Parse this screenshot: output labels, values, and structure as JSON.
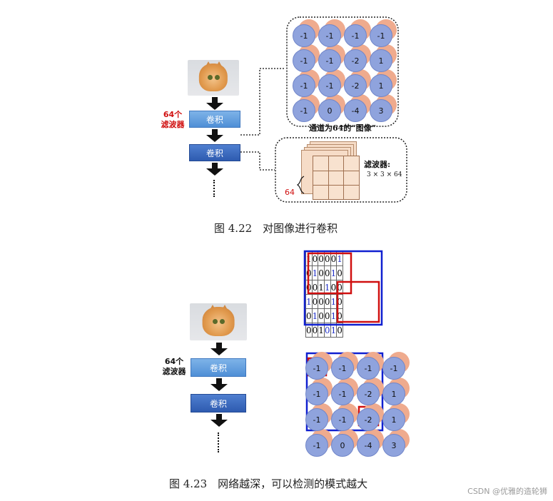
{
  "figure1": {
    "filter_count_label": "64个\n滤波器",
    "conv1_label": "卷积",
    "conv2_label": "卷积",
    "top_panel_caption": "通道为64的“图像”",
    "grid_values": [
      [
        "-1",
        "-1",
        "-1",
        "-1"
      ],
      [
        "-1",
        "-1",
        "-2",
        "1"
      ],
      [
        "-1",
        "-1",
        "-2",
        "1"
      ],
      [
        "-1",
        "0",
        "-4",
        "3"
      ]
    ],
    "filter_label": "滤波器:",
    "filter_dims": "3 × 3 × 64",
    "stack_count": "64",
    "caption": "图 4.22　对图像进行卷积"
  },
  "figure2": {
    "filter_count_label": "64个\n滤波器",
    "conv1_label": "卷积",
    "conv2_label": "卷积",
    "matrix": [
      [
        "1",
        "0",
        "0",
        "0",
        "0",
        "1"
      ],
      [
        "0",
        "1",
        "0",
        "0",
        "1",
        "0"
      ],
      [
        "0",
        "0",
        "1",
        "1",
        "0",
        "0"
      ],
      [
        "1",
        "0",
        "0",
        "0",
        "1",
        "0"
      ],
      [
        "0",
        "1",
        "0",
        "0",
        "1",
        "0"
      ],
      [
        "0",
        "0",
        "1",
        "0",
        "1",
        "0"
      ]
    ],
    "grid_values": [
      [
        "-1",
        "-1",
        "-1",
        "-1"
      ],
      [
        "-1",
        "-1",
        "-2",
        "1"
      ],
      [
        "-1",
        "-1",
        "-2",
        "1"
      ],
      [
        "-1",
        "0",
        "-4",
        "3"
      ]
    ],
    "caption": "图 4.23　网络越深，可以检测的模式越大"
  },
  "watermark": "CSDN @优雅的造轮狮",
  "colors": {
    "red": "#d01010",
    "blue": "#2030c8",
    "circle": "#8fa3dd",
    "circle_bg": "#efab8e"
  }
}
